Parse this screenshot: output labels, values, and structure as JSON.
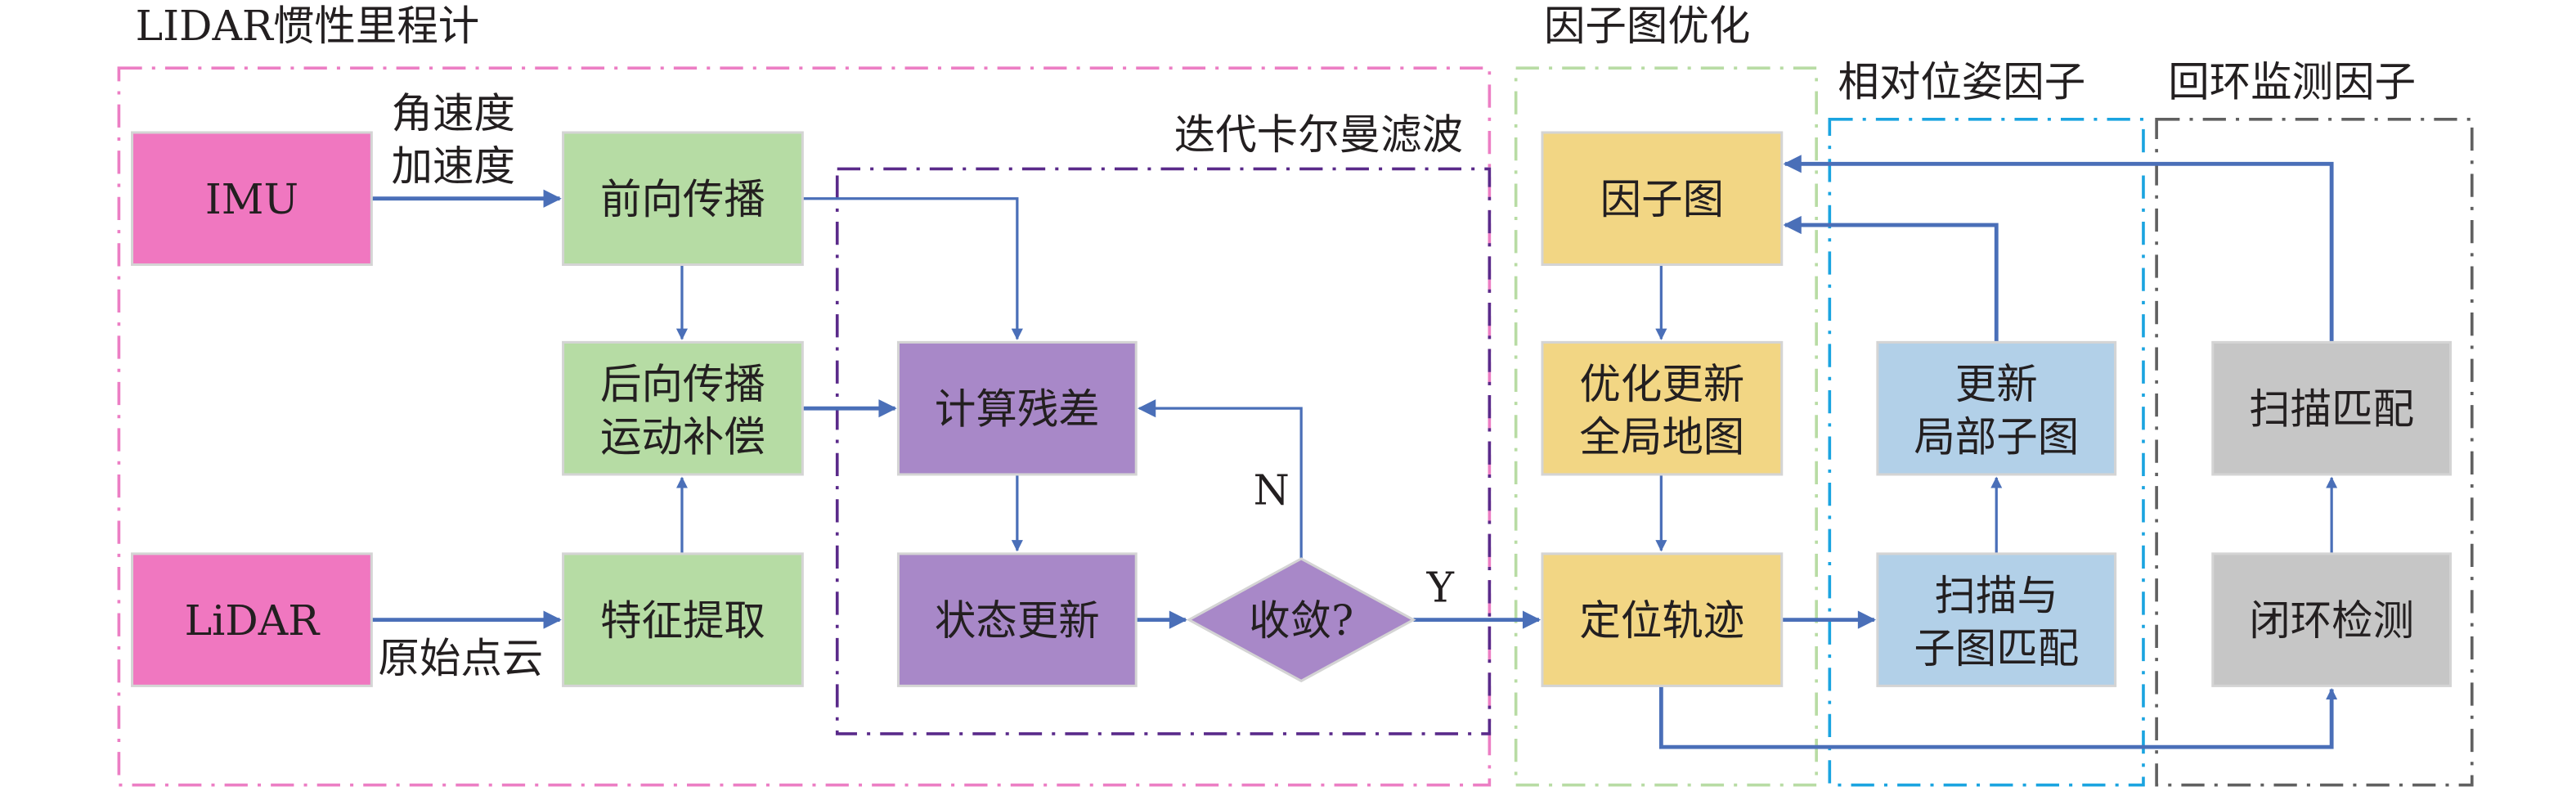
{
  "colors": {
    "arrow": "#4a6fb8",
    "text": "#231f20",
    "sensor_fill": "#f077c0",
    "propagation_fill": "#b6dca4",
    "kalman_fill": "#a888c8",
    "factor_fill": "#f2d684",
    "relative_fill": "#b2d0e8",
    "loop_fill": "#c6c6c6",
    "group_lio_border": "#ec7ec4",
    "group_ikf_border": "#5a2a8a",
    "group_factor_border": "#b8dca4",
    "group_relative_border": "#1aa4e0",
    "group_loop_border": "#606060"
  },
  "groups": {
    "lio": {
      "title": "LIDAR惯性里程计"
    },
    "ikf": {
      "title": "迭代卡尔曼滤波"
    },
    "factor_graph": {
      "title": "因子图优化"
    },
    "relative_pose": {
      "title": "相对位姿因子"
    },
    "loop_closure": {
      "title": "回环监测因子"
    }
  },
  "nodes": {
    "imu": {
      "lines": [
        "IMU"
      ]
    },
    "lidar": {
      "lines": [
        "LiDAR"
      ]
    },
    "forward": {
      "lines": [
        "前向传播"
      ]
    },
    "backward": {
      "lines": [
        "后向传播",
        "运动补偿"
      ]
    },
    "feature": {
      "lines": [
        "特征提取"
      ]
    },
    "residual": {
      "lines": [
        "计算残差"
      ]
    },
    "state_update": {
      "lines": [
        "状态更新"
      ]
    },
    "converge": {
      "lines": [
        "收敛?"
      ]
    },
    "factor_graph": {
      "lines": [
        "因子图"
      ]
    },
    "optimize": {
      "lines": [
        "优化更新",
        "全局地图"
      ]
    },
    "trajectory": {
      "lines": [
        "定位轨迹"
      ]
    },
    "update_submap": {
      "lines": [
        "更新",
        "局部子图"
      ]
    },
    "scan_submap": {
      "lines": [
        "扫描与",
        "子图匹配"
      ]
    },
    "scan_match": {
      "lines": [
        "扫描匹配"
      ]
    },
    "loop_detect": {
      "lines": [
        "闭环检测"
      ]
    }
  },
  "edge_labels": {
    "imu_to_forward": [
      "角速度",
      "加速度"
    ],
    "lidar_to_feature": "原始点云",
    "no": "N",
    "yes": "Y"
  }
}
